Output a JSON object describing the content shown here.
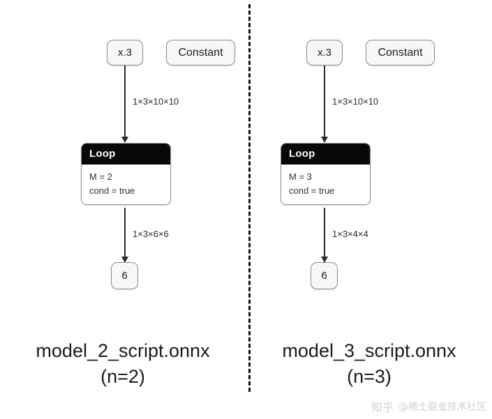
{
  "figure": {
    "divider": "vertical-dashed-line",
    "accent_dark": "#080808",
    "node_fill": "#f7f7f7",
    "node_border": "#8c8c8c"
  },
  "panels": [
    {
      "id": "left",
      "caption_title": "model_2_script.onnx",
      "caption_sub": "(n=2)",
      "nodes": {
        "input": "x.3",
        "constant": "Constant",
        "loop_title": "Loop",
        "loop_attr_m": "M = 2",
        "loop_attr_cond": "cond = true",
        "output": "6"
      },
      "edges": {
        "input_to_loop": "1×3×10×10",
        "loop_to_output": "1×3×6×6"
      }
    },
    {
      "id": "right",
      "caption_title": "model_3_script.onnx",
      "caption_sub": "(n=3)",
      "nodes": {
        "input": "x.3",
        "constant": "Constant",
        "loop_title": "Loop",
        "loop_attr_m": "M = 3",
        "loop_attr_cond": "cond = true",
        "output": "6"
      },
      "edges": {
        "input_to_loop": "1×3×10×10",
        "loop_to_output": "1×3×4×4"
      }
    }
  ],
  "watermark": {
    "logo": "知乎",
    "text": "@稀土掘金技术社区"
  }
}
